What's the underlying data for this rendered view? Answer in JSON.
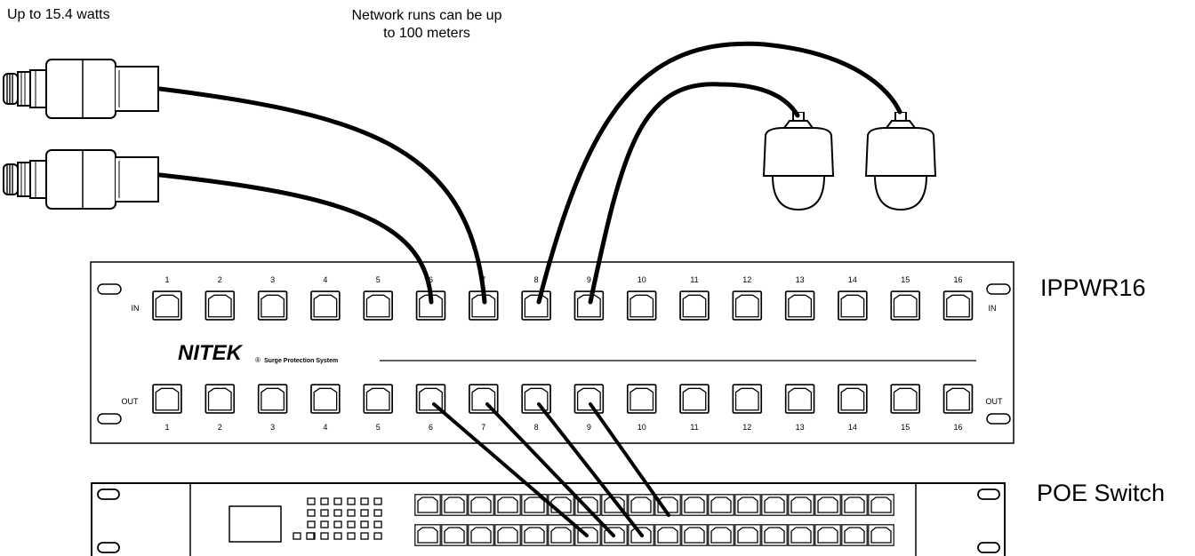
{
  "annotations": {
    "power": "Up to 15.4 watts",
    "runs_line1": "Network runs can be up",
    "runs_line2": "to 100 meters"
  },
  "device_labels": {
    "protector": "IPPWR16",
    "switch": "POE Switch"
  },
  "panel": {
    "brand": "NITEK",
    "registered_mark": "®",
    "tagline": "Surge Protection System",
    "in_label": "IN",
    "out_label": "OUT",
    "port_numbers": [
      "1",
      "2",
      "3",
      "4",
      "5",
      "6",
      "7",
      "8",
      "9",
      "10",
      "11",
      "12",
      "13",
      "14",
      "15",
      "16"
    ]
  },
  "cables": {
    "in_ports_connected": [
      "6",
      "7",
      "8",
      "9"
    ],
    "out_ports_connected": [
      "6",
      "7",
      "8",
      "9"
    ]
  },
  "colors": {
    "line": "#000000",
    "background": "#ffffff"
  }
}
